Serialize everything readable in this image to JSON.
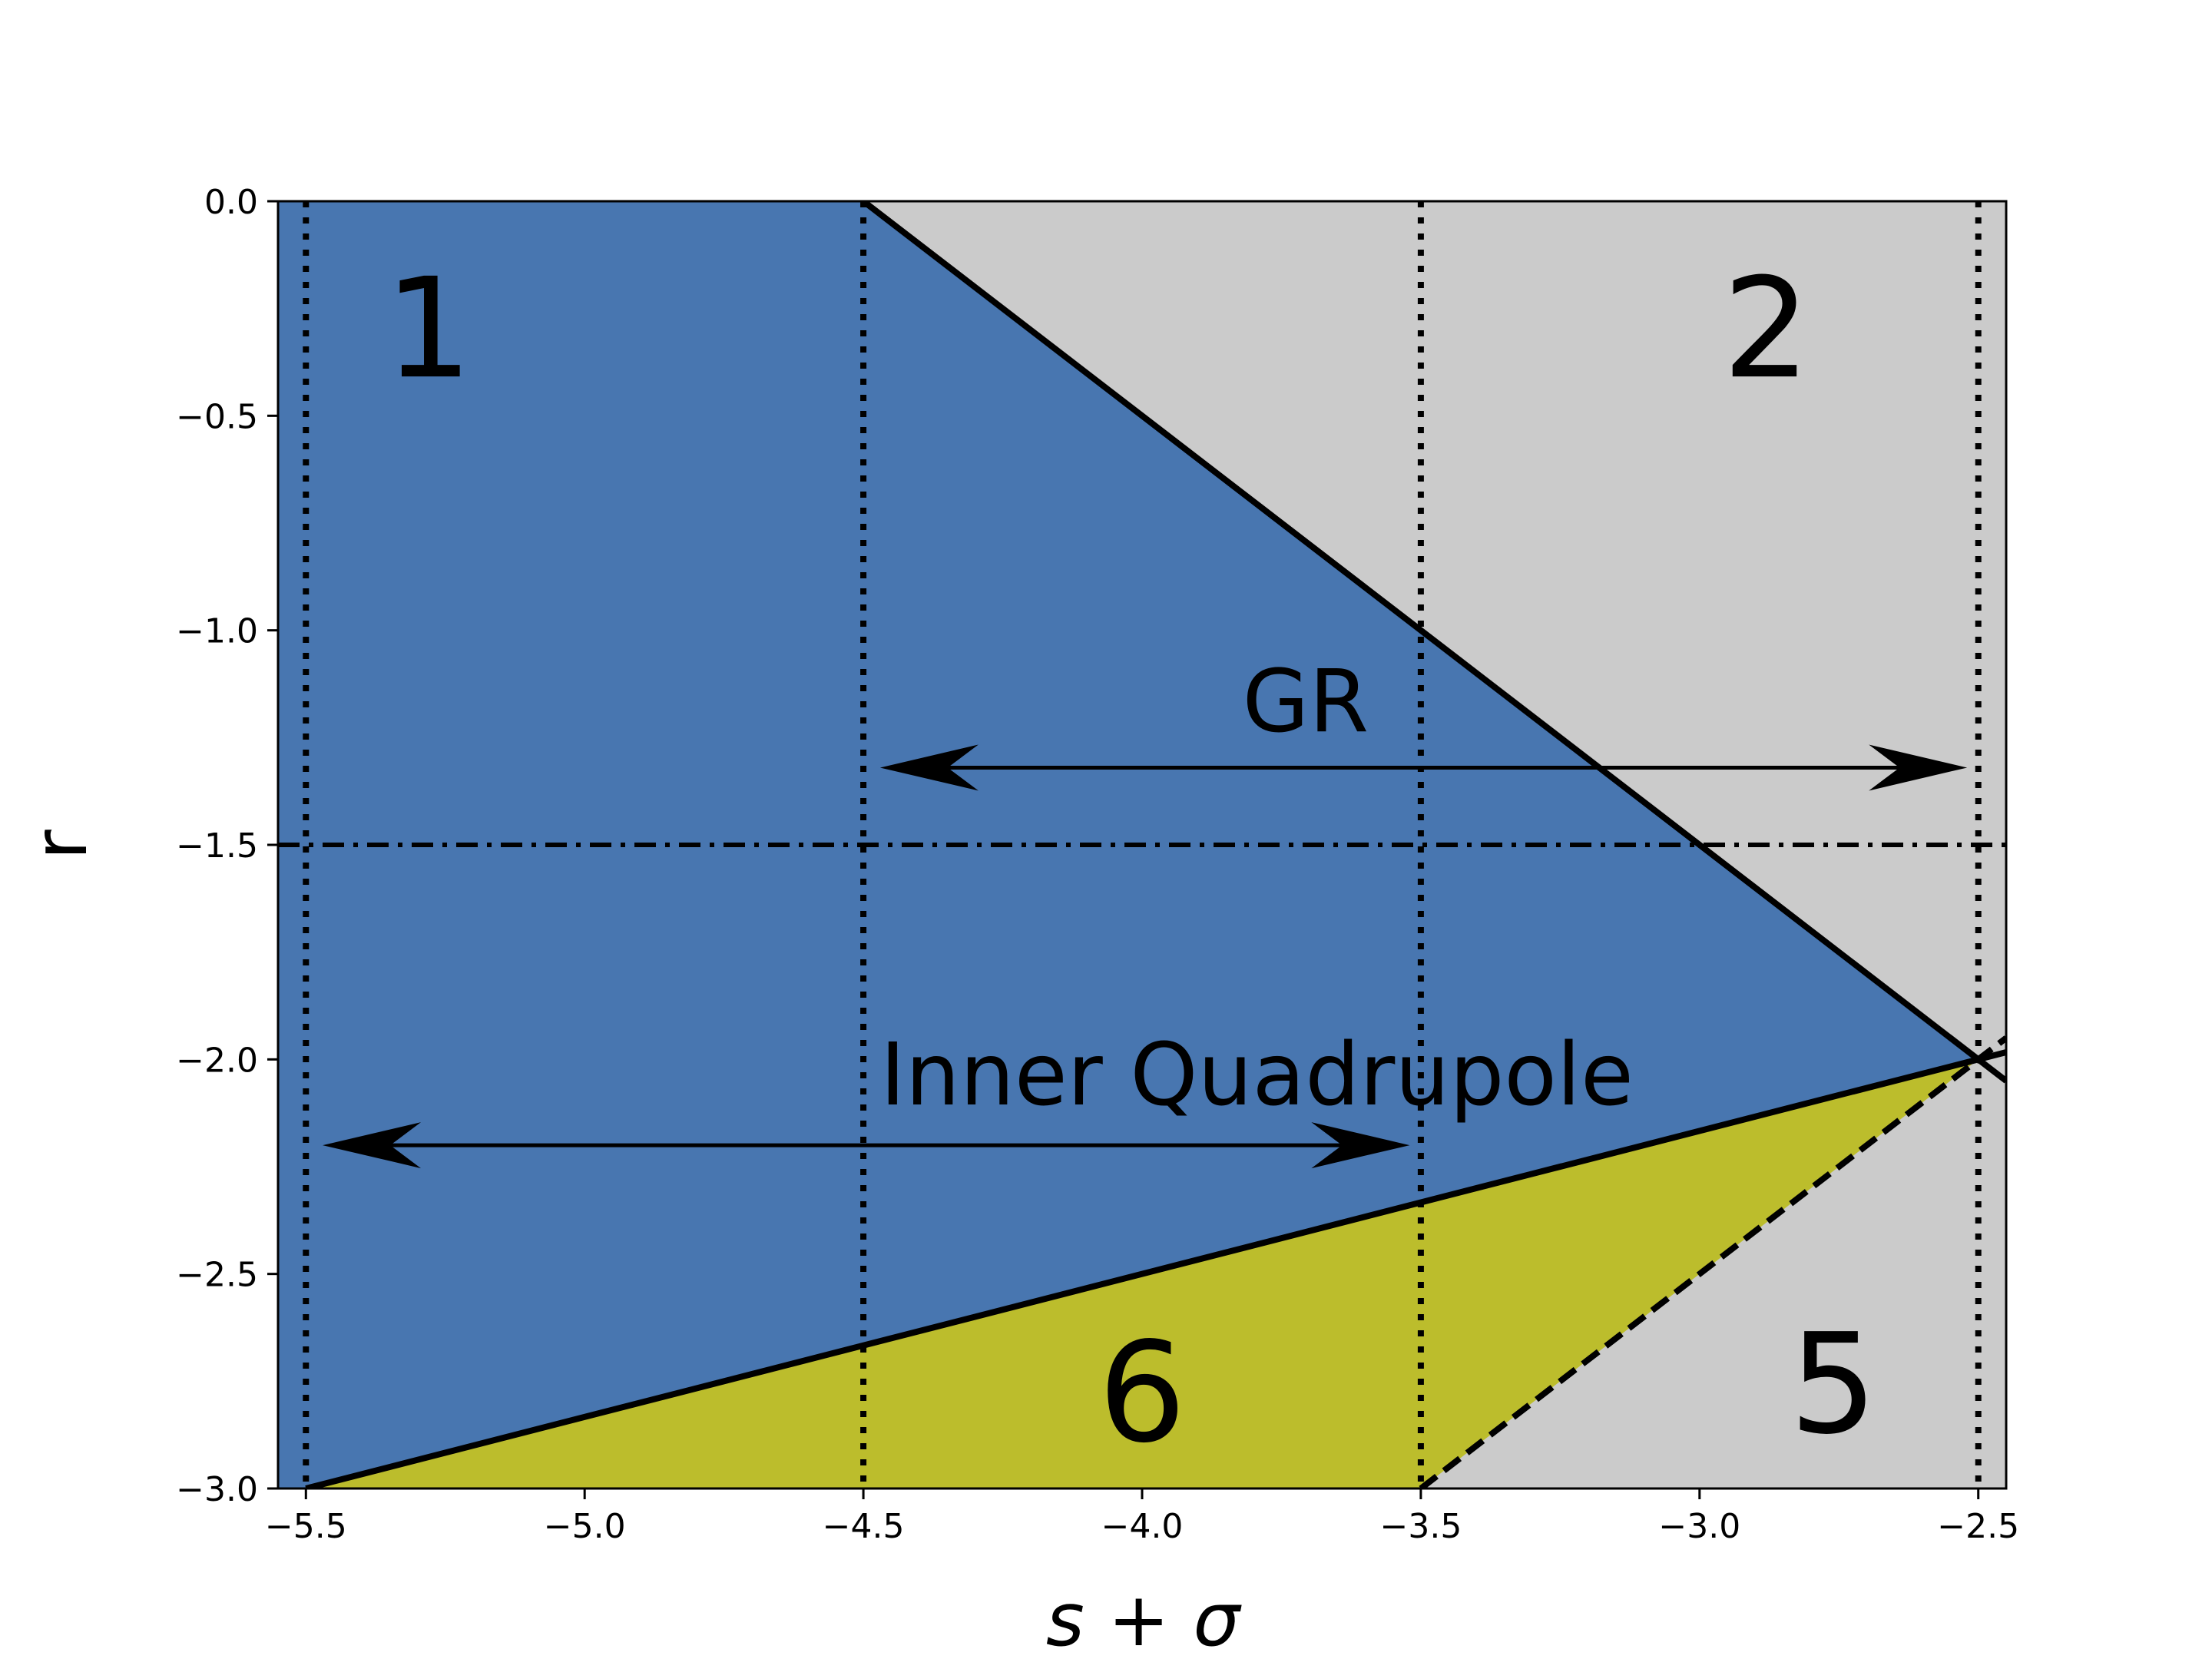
{
  "chart_data": {
    "type": "area",
    "title": "",
    "xlabel": "s + σ",
    "ylabel": "r",
    "xlim": [
      -5.55,
      -2.45
    ],
    "ylim": [
      -3.0,
      0.0
    ],
    "xticks": [
      -5.5,
      -5.0,
      -4.5,
      -4.0,
      -3.5,
      -3.0,
      -2.5
    ],
    "xtick_labels": [
      "−5.5",
      "−5.0",
      "−4.5",
      "−4.0",
      "−3.5",
      "−3.0",
      "−2.5"
    ],
    "yticks": [
      0.0,
      -0.5,
      -1.0,
      -1.5,
      -2.0,
      -2.5,
      -3.0
    ],
    "ytick_labels": [
      "0.0",
      "−0.5",
      "−1.0",
      "−1.5",
      "−2.0",
      "−2.5",
      "−3.0"
    ],
    "grid": false,
    "colors": {
      "background": "#cbcbcb",
      "blue_region": "#4876b0",
      "yellow_region": "#bcbd2c",
      "lines": "#000000"
    },
    "regions": [
      {
        "fill": "blue",
        "points": [
          [
            -5.55,
            0.0
          ],
          [
            -4.5,
            0.0
          ],
          [
            -2.5,
            -2.0
          ],
          [
            -5.5,
            -3.0
          ],
          [
            -5.55,
            -3.0
          ]
        ]
      },
      {
        "fill": "yellow",
        "points": [
          [
            -5.5,
            -3.0
          ],
          [
            -2.5,
            -2.0
          ],
          [
            -3.5,
            -3.0
          ]
        ]
      }
    ],
    "lines": [
      {
        "style": "solid",
        "points": [
          [
            -4.5,
            0.0
          ],
          [
            -2.45,
            -2.05
          ]
        ]
      },
      {
        "style": "solid",
        "points": [
          [
            -5.5,
            -3.0
          ],
          [
            -2.45,
            -1.9833
          ]
        ]
      },
      {
        "style": "dashed",
        "points": [
          [
            -3.5,
            -3.0
          ],
          [
            -2.45,
            -1.95
          ]
        ]
      },
      {
        "style": "dashdot",
        "points": [
          [
            -5.55,
            -1.5
          ],
          [
            -2.45,
            -1.5
          ]
        ]
      },
      {
        "style": "dotted",
        "points": [
          [
            -5.5,
            0.0
          ],
          [
            -5.5,
            -3.0
          ]
        ]
      },
      {
        "style": "dotted",
        "points": [
          [
            -4.5,
            0.0
          ],
          [
            -4.5,
            -3.0
          ]
        ]
      },
      {
        "style": "dotted",
        "points": [
          [
            -3.5,
            0.0
          ],
          [
            -3.5,
            -3.0
          ]
        ]
      },
      {
        "style": "dotted",
        "points": [
          [
            -2.5,
            0.0
          ],
          [
            -2.5,
            -3.0
          ]
        ]
      }
    ],
    "region_labels": [
      {
        "text": "1",
        "x": -5.28,
        "y": -0.32
      },
      {
        "text": "2",
        "x": -2.88,
        "y": -0.32
      },
      {
        "text": "6",
        "x": -4.0,
        "y": -2.8
      },
      {
        "text": "5",
        "x": -2.76,
        "y": -2.78
      }
    ],
    "annotations": [
      {
        "text": "GR",
        "label_x": -3.82,
        "label_y": -1.18,
        "arrow_from": -4.47,
        "arrow_to": -2.52,
        "arrow_y": -1.32
      },
      {
        "text": "Inner Quadrupole",
        "label_x": -4.47,
        "label_y": -2.05,
        "arrow_from": -5.47,
        "arrow_to": -3.52,
        "arrow_y": -2.2
      }
    ]
  }
}
